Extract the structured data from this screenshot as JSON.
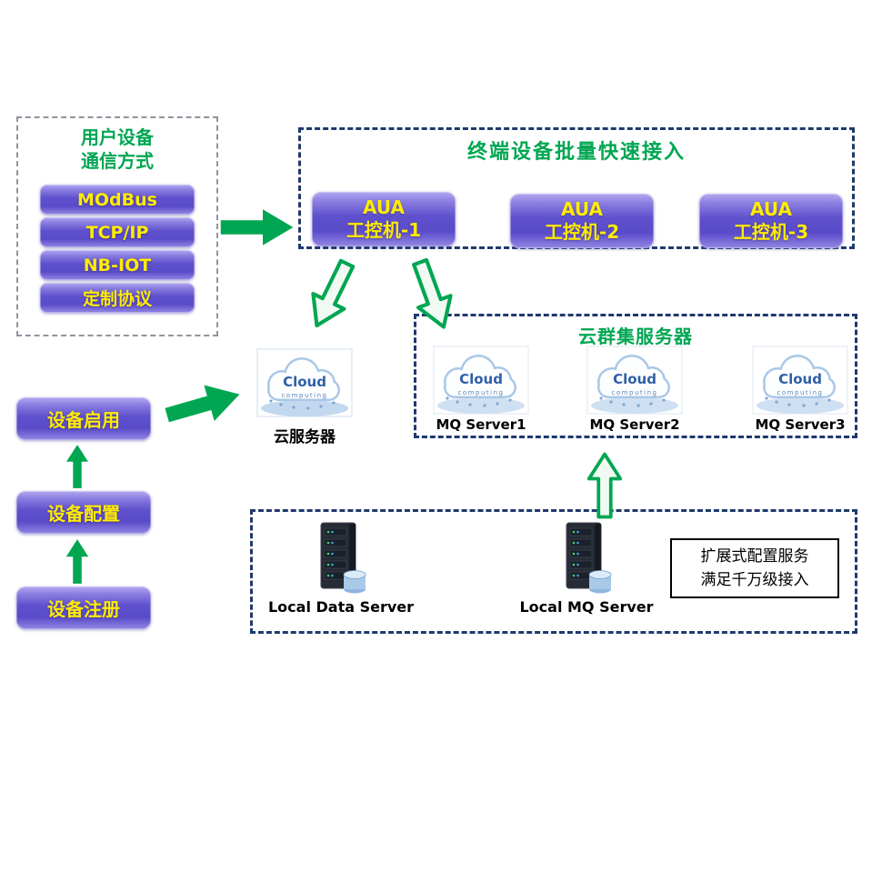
{
  "colors": {
    "node_purple": "#5f50cc",
    "node_text_yellow": "#ffec00",
    "title_green": "#00a651",
    "arrow_green": "#00a651",
    "dash_border_navy": "#1e3a6d"
  },
  "user_device_box": {
    "title_line1": "用户设备",
    "title_line2": "通信方式",
    "protocols": [
      "MOdBus",
      "TCP/IP",
      "NB-IOT",
      "定制协议"
    ]
  },
  "terminal_box": {
    "title": "终端设备批量快速接入",
    "nodes": [
      {
        "line1": "AUA",
        "line2": "工控机-1"
      },
      {
        "line1": "AUA",
        "line2": "工控机-2"
      },
      {
        "line1": "AUA",
        "line2": "工控机-3"
      }
    ]
  },
  "cloud_art": {
    "word": "Cloud",
    "sub": "computing"
  },
  "cloud_server": {
    "label": "云服务器"
  },
  "cluster_box": {
    "title": "云群集服务器",
    "servers": [
      "MQ Server1",
      "MQ Server2",
      "MQ Server3"
    ]
  },
  "device_steps": [
    "设备启用",
    "设备配置",
    "设备注册"
  ],
  "local_box": {
    "servers": [
      "Local Data Server",
      "Local MQ Server"
    ],
    "note_line1": "扩展式配置服务",
    "note_line2": "满足千万级接入"
  }
}
